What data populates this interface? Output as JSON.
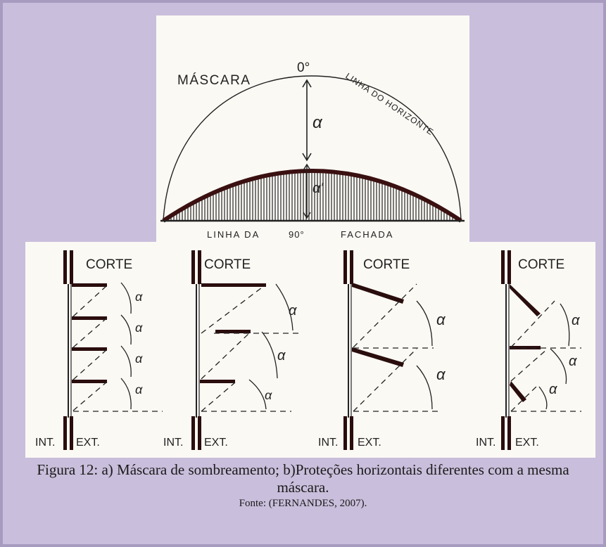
{
  "figure": {
    "mask_panel": {
      "label_mascara": "MÁSCARA",
      "label_zero": "0°",
      "label_horizon": "LINHA DO HORIZONTE",
      "label_alpha": "α",
      "label_alpha_prime": "α'",
      "label_bottom_left": "LINHA  DA",
      "label_ninety": "90°",
      "label_bottom_right": "FACHADA"
    },
    "sections": [
      {
        "title": "CORTE",
        "angle_symbol": "α",
        "interior": "INT.",
        "exterior": "EXT."
      },
      {
        "title": "CORTE",
        "angle_symbol": "α",
        "interior": "INT.",
        "exterior": "EXT."
      },
      {
        "title": "CORTE",
        "angle_symbol": "α",
        "interior": "INT.",
        "exterior": "EXT."
      },
      {
        "title": "CORTE",
        "angle_symbol": "α",
        "interior": "INT.",
        "exterior": "EXT."
      }
    ]
  },
  "caption": {
    "text": "Figura 12: a) Máscara de sombreamento; b)Proteções horizontais diferentes com a mesma máscara.",
    "source": "Fonte: (FERNANDES, 2007)."
  }
}
